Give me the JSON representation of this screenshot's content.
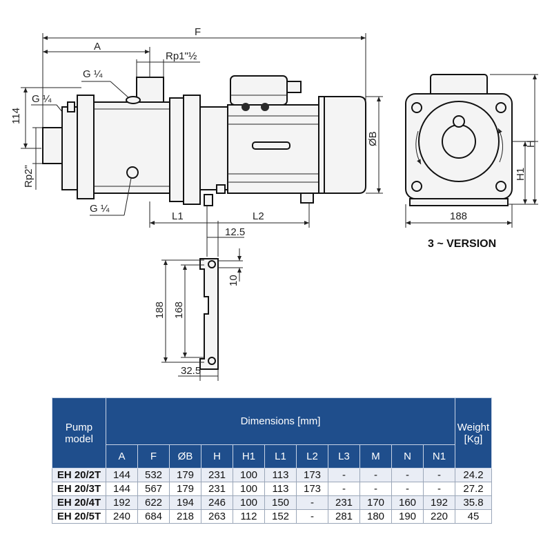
{
  "colors": {
    "header_bg": "#1f4e8c",
    "row_odd": "#e9edf5",
    "row_even": "#ffffff",
    "line": "#222222"
  },
  "drawing": {
    "label_F": "F",
    "label_A": "A",
    "label_rp1": "Rp1\"½",
    "label_g14_top": "G ¼",
    "label_g14_left": "G ¼",
    "label_114": "114",
    "label_rp2": "Rp2\"",
    "label_g14_bottom": "G ¼",
    "label_L1": "L1",
    "label_L2": "L2",
    "label_OB": "ØB",
    "label_H": "H",
    "label_H1": "H1",
    "label_188_front": "188",
    "version": "3 ~ VERSION",
    "label_12_5": "12.5",
    "label_10": "10",
    "label_188_foot": "188",
    "label_168": "168",
    "label_32_5": "32.5"
  },
  "table": {
    "col_model": "Pump model",
    "col_dimensions": "Dimensions [mm]",
    "col_weight": "Weight [Kg]",
    "subheaders": [
      "A",
      "F",
      "ØB",
      "H",
      "H1",
      "L1",
      "L2",
      "L3",
      "M",
      "N",
      "N1"
    ],
    "rows": [
      {
        "model": "EH 20/2T",
        "values": [
          "144",
          "532",
          "179",
          "231",
          "100",
          "113",
          "173",
          "-",
          "-",
          "-",
          "-"
        ],
        "weight": "24.2"
      },
      {
        "model": "EH 20/3T",
        "values": [
          "144",
          "567",
          "179",
          "231",
          "100",
          "113",
          "173",
          "-",
          "-",
          "-",
          "-"
        ],
        "weight": "27.2"
      },
      {
        "model": "EH 20/4T",
        "values": [
          "192",
          "622",
          "194",
          "246",
          "100",
          "150",
          "-",
          "231",
          "170",
          "160",
          "192"
        ],
        "weight": "35.8"
      },
      {
        "model": "EH 20/5T",
        "values": [
          "240",
          "684",
          "218",
          "263",
          "112",
          "152",
          "-",
          "281",
          "180",
          "190",
          "220"
        ],
        "weight": "45"
      }
    ]
  }
}
